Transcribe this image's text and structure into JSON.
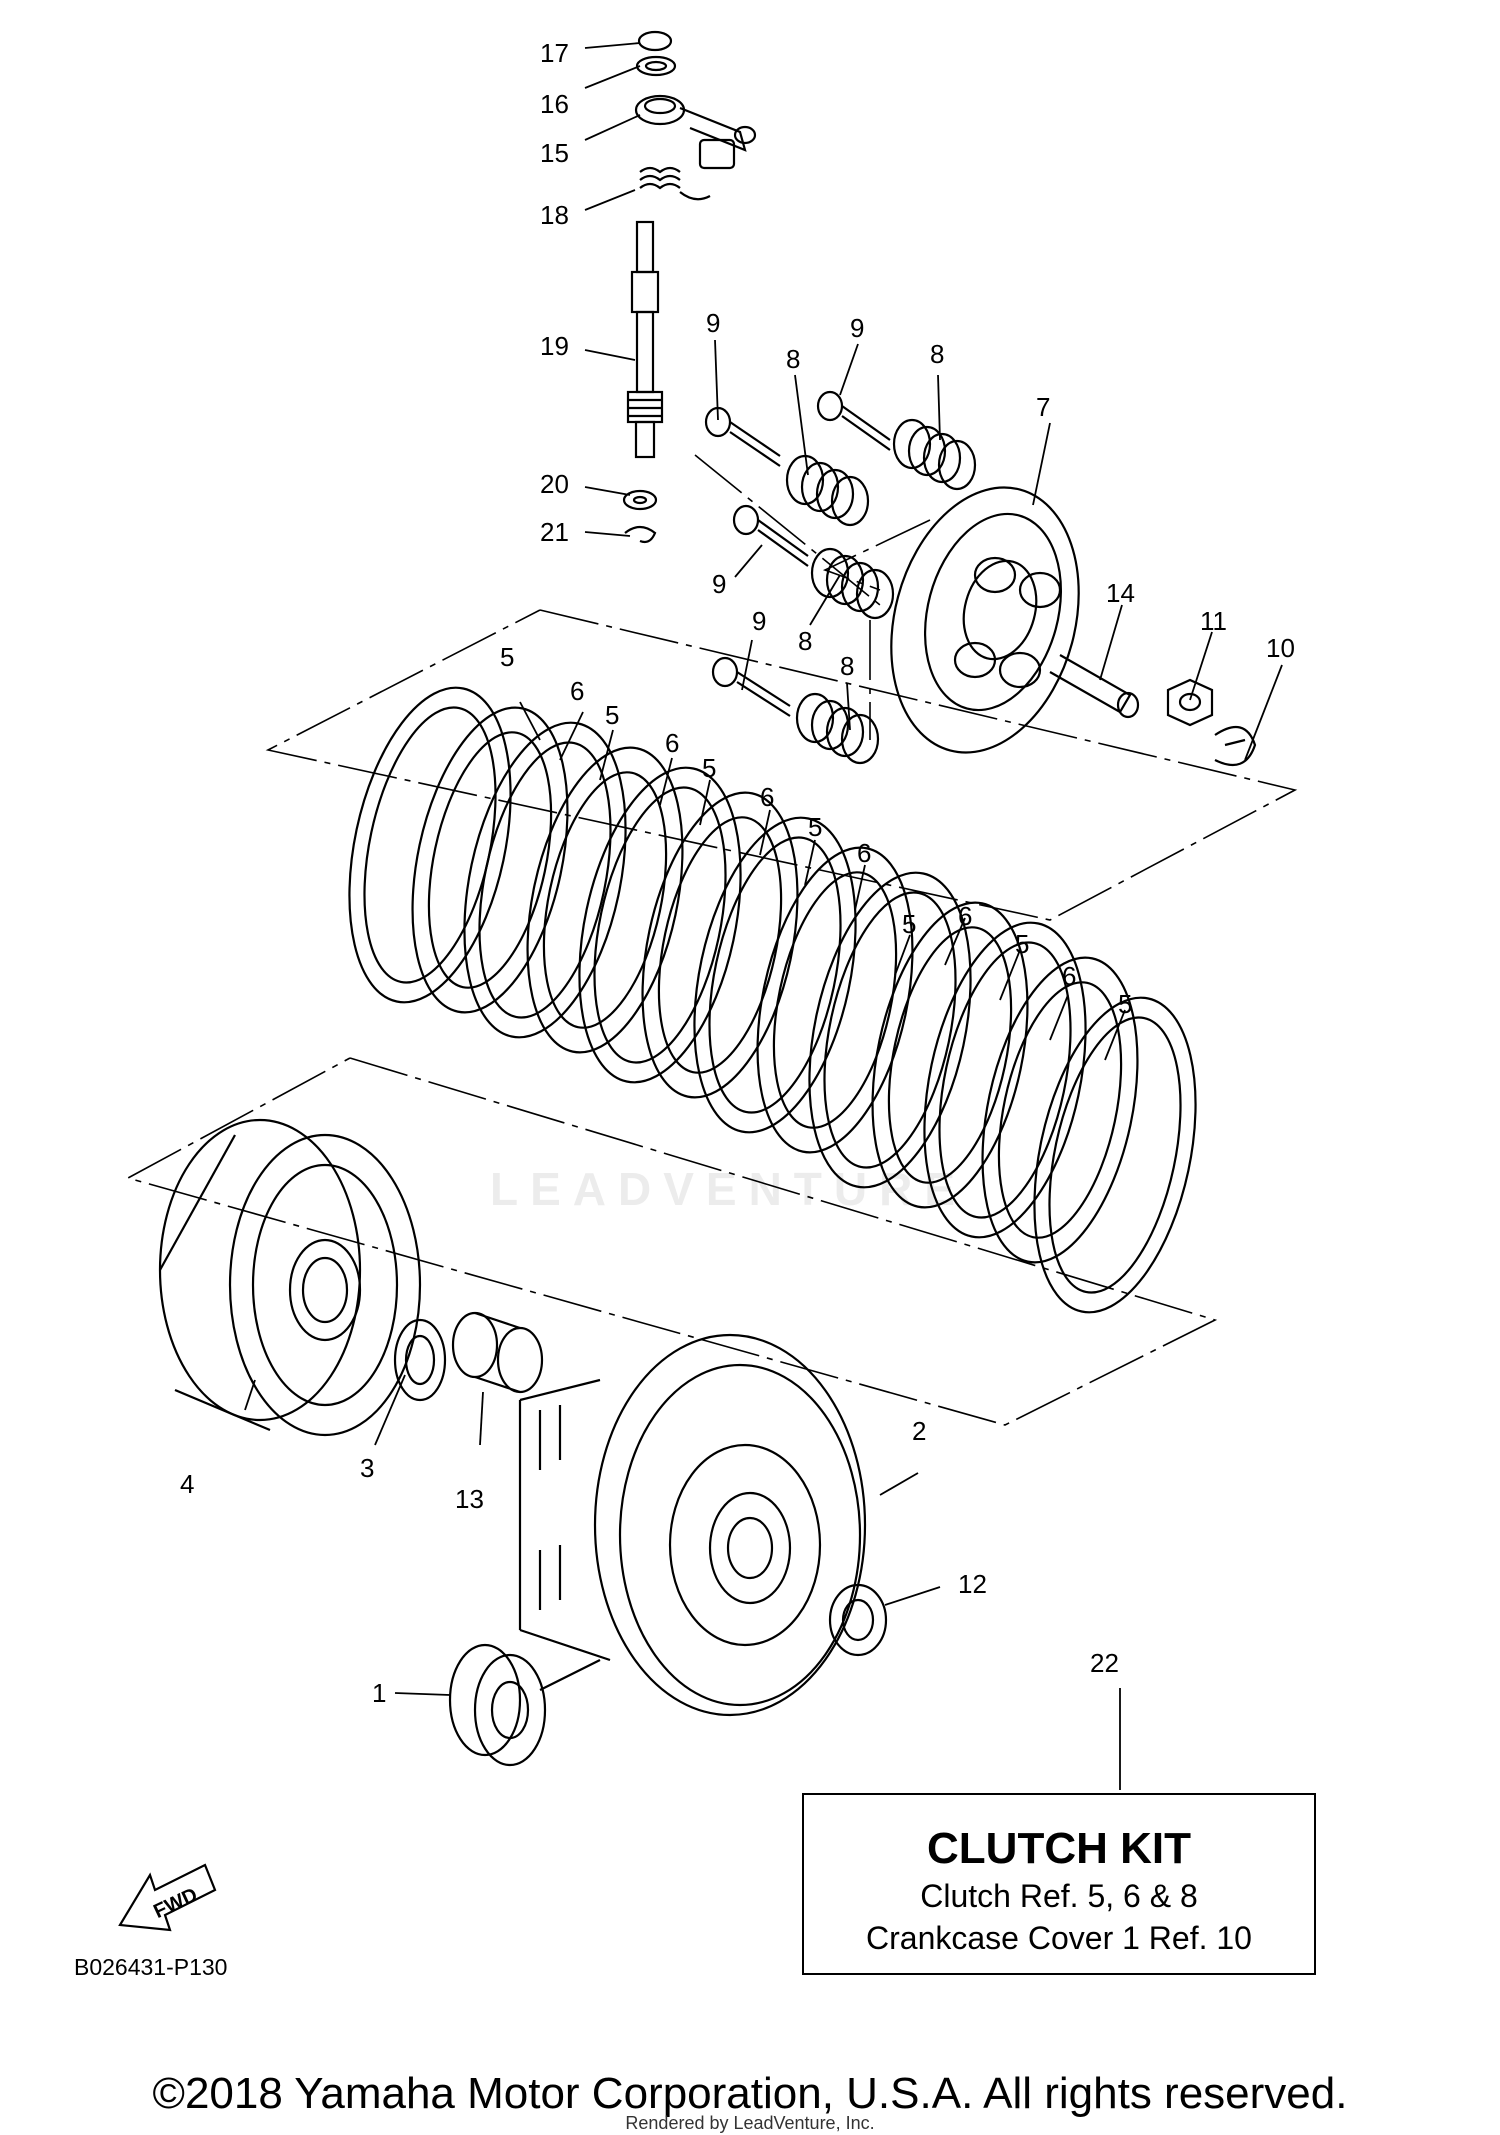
{
  "diagram": {
    "code": "B026431-P130",
    "watermark": "LEADVENTURE",
    "fwd_label": "FWD",
    "callouts": {
      "c17": "17",
      "c16": "16",
      "c15": "15",
      "c18": "18",
      "c19": "19",
      "c20": "20",
      "c21": "21",
      "c9a": "9",
      "c9b": "9",
      "c9c": "9",
      "c9d": "9",
      "c8a": "8",
      "c8b": "8",
      "c8c": "8",
      "c8d": "8",
      "c7": "7",
      "c14": "14",
      "c11": "11",
      "c10": "10",
      "c5a": "5",
      "c6a": "6",
      "c5b": "5",
      "c6b": "6",
      "c5c": "5",
      "c6c": "6",
      "c5d": "5",
      "c6d": "6",
      "c5e": "5",
      "c6e": "6",
      "c5f": "5",
      "c6f": "6",
      "c5g": "5",
      "c4": "4",
      "c3": "3",
      "c13": "13",
      "c2": "2",
      "c12": "12",
      "c1": "1",
      "c22": "22"
    }
  },
  "kit": {
    "title": "CLUTCH KIT",
    "line1": "Clutch Ref. 5, 6 & 8",
    "line2": "Crankcase Cover 1 Ref. 10"
  },
  "footer": {
    "copyright": "©2018 Yamaha Motor Corporation, U.S.A. All rights reserved.",
    "rendered": "Rendered by LeadVenture, Inc."
  }
}
